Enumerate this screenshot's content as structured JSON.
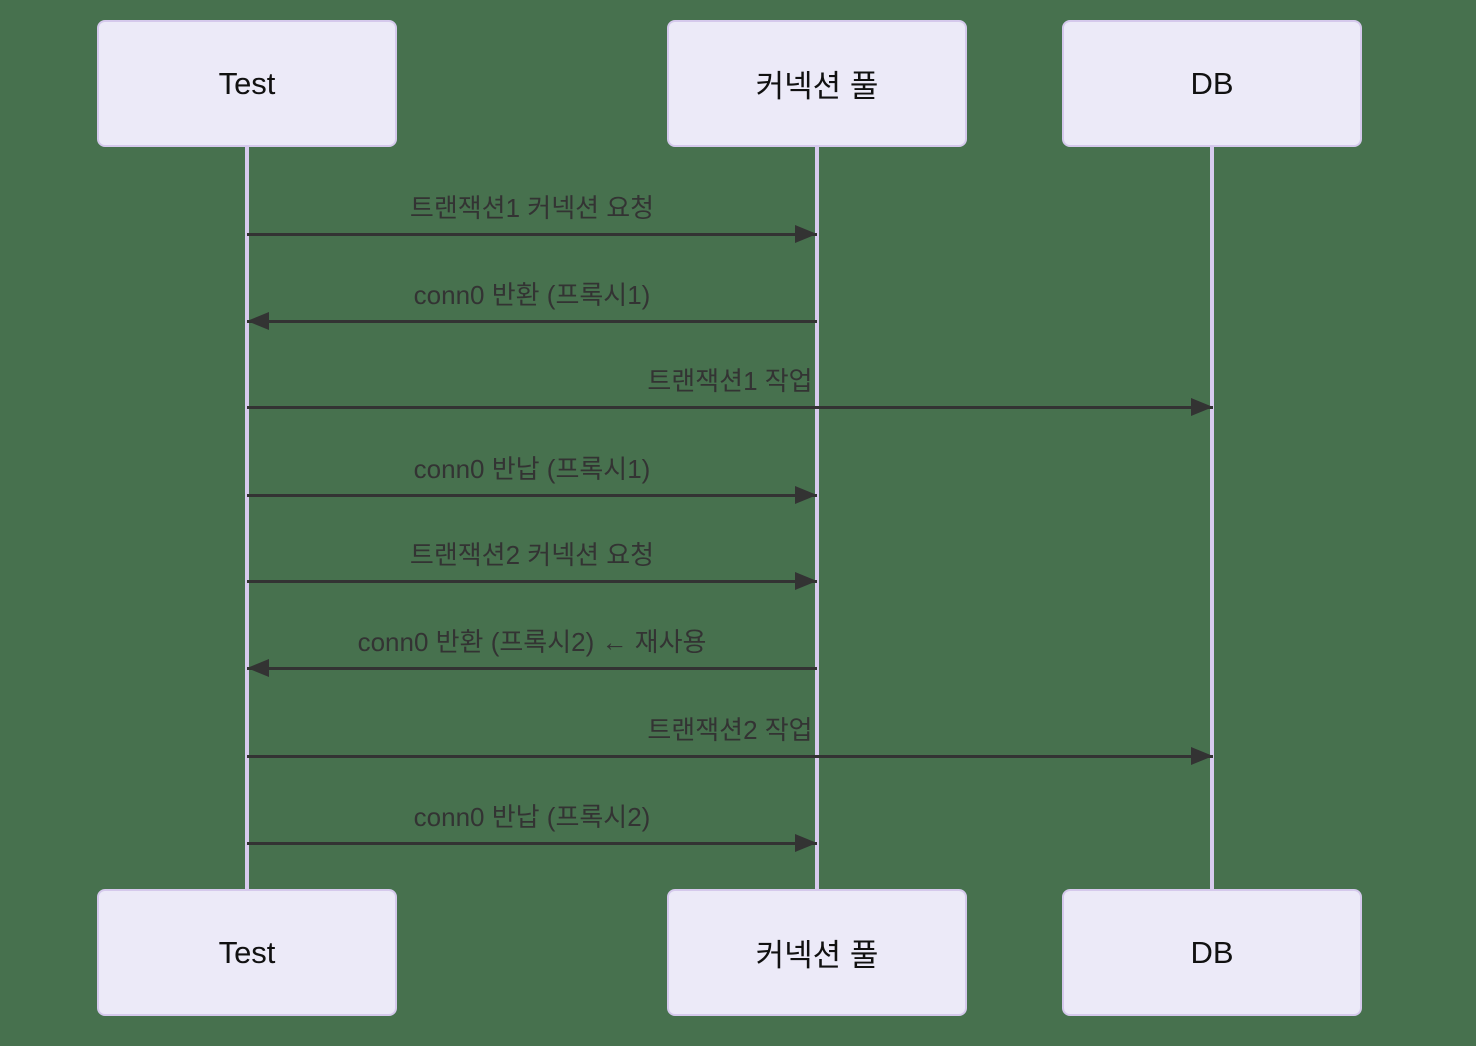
{
  "diagram": {
    "type": "sequence-diagram",
    "background_color": "#47714e",
    "actor_fill_color": "#eceaf8",
    "actor_border_color": "#d5c9ec",
    "lifeline_color": "#d7cbee",
    "arrow_color": "#333333",
    "actors": [
      {
        "id": "test",
        "label": "Test"
      },
      {
        "id": "pool",
        "label": "커넥션 풀"
      },
      {
        "id": "db",
        "label": "DB"
      }
    ],
    "messages": [
      {
        "from": "Test",
        "to": "커넥션 풀",
        "direction": "right",
        "label": "트랜잭션1 커넥션 요청"
      },
      {
        "from": "커넥션 풀",
        "to": "Test",
        "direction": "left",
        "label": "conn0 반환 (프록시1)"
      },
      {
        "from": "Test",
        "to": "DB",
        "direction": "right",
        "label": "트랜잭션1 작업"
      },
      {
        "from": "Test",
        "to": "커넥션 풀",
        "direction": "right",
        "label": "conn0 반납 (프록시1)"
      },
      {
        "from": "Test",
        "to": "커넥션 풀",
        "direction": "right",
        "label": "트랜잭션2 커넥션 요청"
      },
      {
        "from": "커넥션 풀",
        "to": "Test",
        "direction": "left",
        "label": "conn0 반환 (프록시2) ← 재사용"
      },
      {
        "from": "Test",
        "to": "DB",
        "direction": "right",
        "label": "트랜잭션2 작업"
      },
      {
        "from": "Test",
        "to": "커넥션 풀",
        "direction": "right",
        "label": "conn0 반납 (프록시2)"
      }
    ]
  }
}
